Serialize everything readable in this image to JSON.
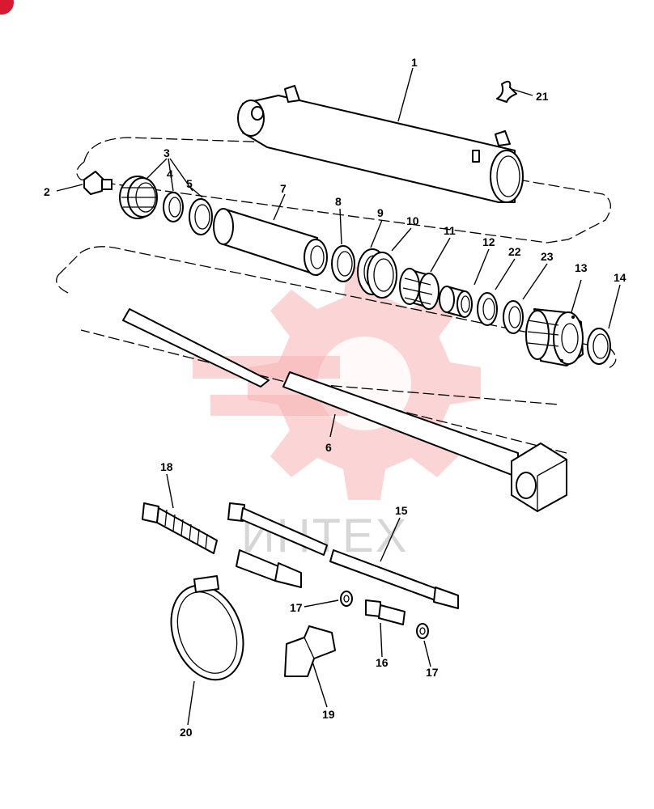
{
  "diagram": {
    "callouts": [
      "1",
      "2",
      "3",
      "4",
      "5",
      "6",
      "7",
      "8",
      "9",
      "10",
      "11",
      "12",
      "13",
      "14",
      "15",
      "16",
      "17",
      "17",
      "18",
      "19",
      "20",
      "21",
      "22",
      "23"
    ]
  },
  "watermark": {
    "text": "ИНТЕХ",
    "color": "#f7b3b3"
  },
  "corner_badge": {
    "color": "#d8192f"
  }
}
